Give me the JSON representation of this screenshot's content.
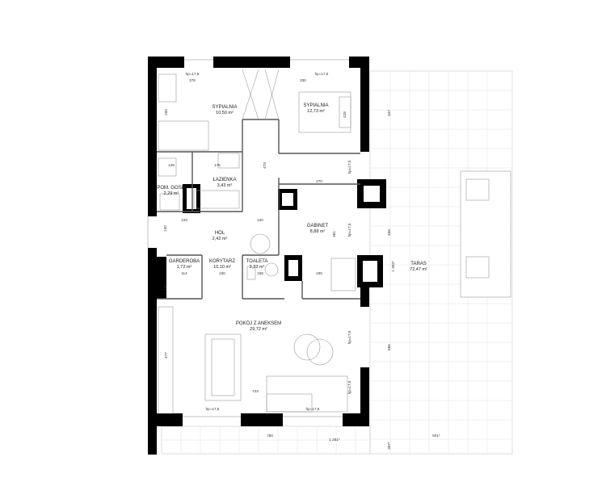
{
  "rooms": {
    "sypialnia_1": {
      "name": "SYPIALNIA",
      "area": "10,50 m²"
    },
    "sypialnia_2": {
      "name": "SYPIALNIA",
      "area": "12,73 m²"
    },
    "lazienka": {
      "name": "ŁAZIENKA",
      "area": "3,43 m²"
    },
    "pom_gosp": {
      "name": "POM. GOSP.",
      "area": "2,29 m²"
    },
    "gabinet": {
      "name": "GABINET",
      "area": "8,88 m²"
    },
    "hol": {
      "name": "HOL",
      "area": "2,42 m²"
    },
    "garderoba": {
      "name": "GARDEROBA",
      "area": "1,72 m²"
    },
    "korytarz": {
      "name": "KORYTARZ",
      "area": "10,10 m²"
    },
    "toaleta": {
      "name": "TOALETA",
      "area": "2,23 m²"
    },
    "pokoj": {
      "name": "POKÓJ Z ANEKSEM",
      "area": "29,72 m²"
    },
    "taras": {
      "name": "TARAS",
      "area": "72,47 m²"
    }
  },
  "dimensions": {
    "d378": "378",
    "d330": "330",
    "d200": "200",
    "d428": "428",
    "d347": "347",
    "d128": "128",
    "d175": "175",
    "d473": "473",
    "d270": "270",
    "d103": "103",
    "d120": "120",
    "d140": "140",
    "d361": "361",
    "d458": "458",
    "d114": "114",
    "d160": "160",
    "d158": "158",
    "d195": "195",
    "d1303": "1 303*",
    "d665": "665",
    "d477": "477",
    "d723": "723",
    "d750": "750",
    "d501": "501*",
    "d1251": "1 251*",
    "d307": "307*",
    "hp1": "hp=17,5",
    "hp2": "hp=17,5",
    "hp3": "hp=17,5",
    "hp4": "hp=17,5",
    "hp5": "hp=17,5",
    "hp6": "hp=17,5",
    "hp7": "hp=17,5",
    "hp8": "hp=17,5"
  }
}
